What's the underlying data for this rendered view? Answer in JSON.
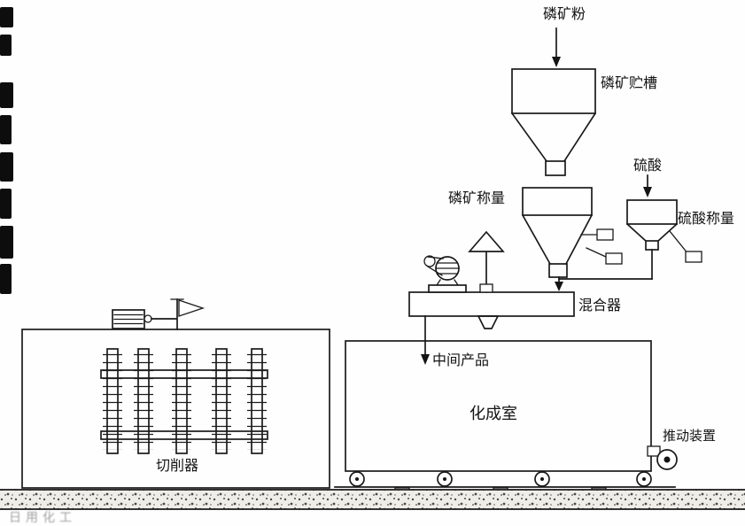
{
  "labels": {
    "phosphate_powder": "磷矿粉",
    "phosphate_storage_tank": "磷矿贮槽",
    "phosphate_weighing": "磷矿称量",
    "sulfuric_acid": "硫酸",
    "sulfuric_acid_weighing": "硫酸称量",
    "mixer": "混合器",
    "intermediate_product": "中间产品",
    "curing_chamber": "化成室",
    "pushing_device": "推动装置",
    "cutter": "切削器"
  },
  "watermark": "日用化工",
  "colors": {
    "ink": "#1a1a1a",
    "background": "#ffffff",
    "ground_speckle": "#4a4a4a"
  }
}
